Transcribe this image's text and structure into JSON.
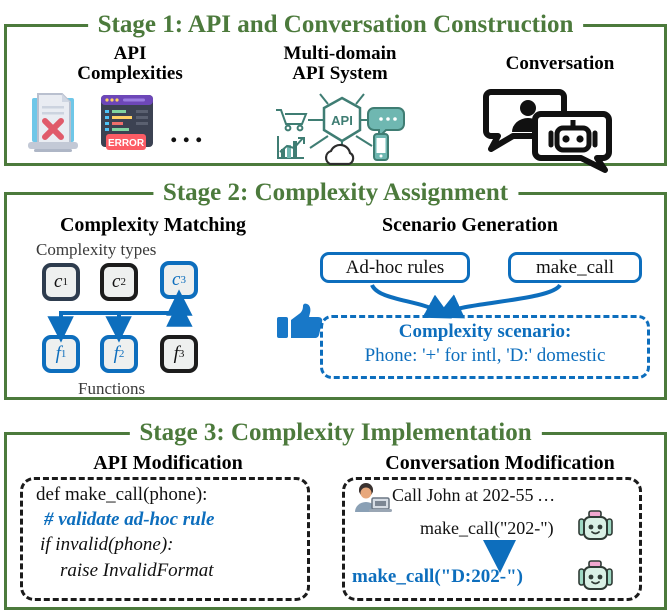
{
  "figure": {
    "accent_green": "#4c7a3c",
    "accent_blue": "#0d6ebd",
    "ink": "#111111"
  },
  "stages": [
    {
      "id": "stage-1",
      "title": "Stage 1: API and Conversation Construction",
      "columns": [
        {
          "heading": "API\nComplexities",
          "heading_line1": "API",
          "heading_line2": "Complexities",
          "icons": [
            "broken-document-icon",
            "error-code-window-icon"
          ],
          "ellipsis": "..."
        },
        {
          "heading_line1": "Multi-domain",
          "heading_line2": "API System",
          "center_label": "API",
          "icons": [
            "shopping-cart-icon",
            "chat-bubble-icon",
            "bar-chart-icon",
            "mobile-phone-icon",
            "cloud-icon"
          ]
        },
        {
          "heading_line1": "Conversation",
          "icons": [
            "person-speech-bubble-icon",
            "robot-speech-bubble-icon"
          ]
        }
      ]
    },
    {
      "id": "stage-2",
      "title": "Stage 2: Complexity Assignment",
      "left_panel": {
        "heading": "Complexity Matching",
        "top_label": "Complexity types",
        "bottom_label": "Functions",
        "complexity_nodes": [
          {
            "label": "c",
            "sub": "1",
            "state": "navy"
          },
          {
            "label": "c",
            "sub": "2",
            "state": "dark"
          },
          {
            "label": "c",
            "sub": "3",
            "state": "blue"
          }
        ],
        "function_nodes": [
          {
            "label": "f",
            "sub": "1",
            "state": "blue"
          },
          {
            "label": "f",
            "sub": "2",
            "state": "blue"
          },
          {
            "label": "f",
            "sub": "3",
            "state": "dark"
          }
        ]
      },
      "right_panel": {
        "heading": "Scenario Generation",
        "source_boxes": [
          "Ad-hoc rules",
          "make_call"
        ],
        "thumbs_up_icon": "thumbs-up-icon",
        "scenario_title": "Complexity scenario:",
        "scenario_body": "Phone: '+' for intl, 'D:' domestic"
      }
    },
    {
      "id": "stage-3",
      "title": "Stage 3: Complexity Implementation",
      "left_panel": {
        "heading": "API Modification",
        "code_lines": [
          {
            "text": "def make_call(phone):",
            "style": "plain"
          },
          {
            "text": "# validate ad-hoc rule",
            "style": "comment"
          },
          {
            "text": "if invalid(phone):",
            "style": "italic"
          },
          {
            "text": "raise InvalidFormat",
            "style": "italic"
          }
        ]
      },
      "right_panel": {
        "heading": "Conversation Modification",
        "user_icon": "user-laptop-icon",
        "user_message": "Call John at 202-55 …",
        "assistant_icon": "robot-icon",
        "original_call": "make_call(\"202-\")",
        "modified_call": "make_call(\"D:202-\")",
        "arrow_icon": "down-arrow-icon"
      }
    }
  ]
}
